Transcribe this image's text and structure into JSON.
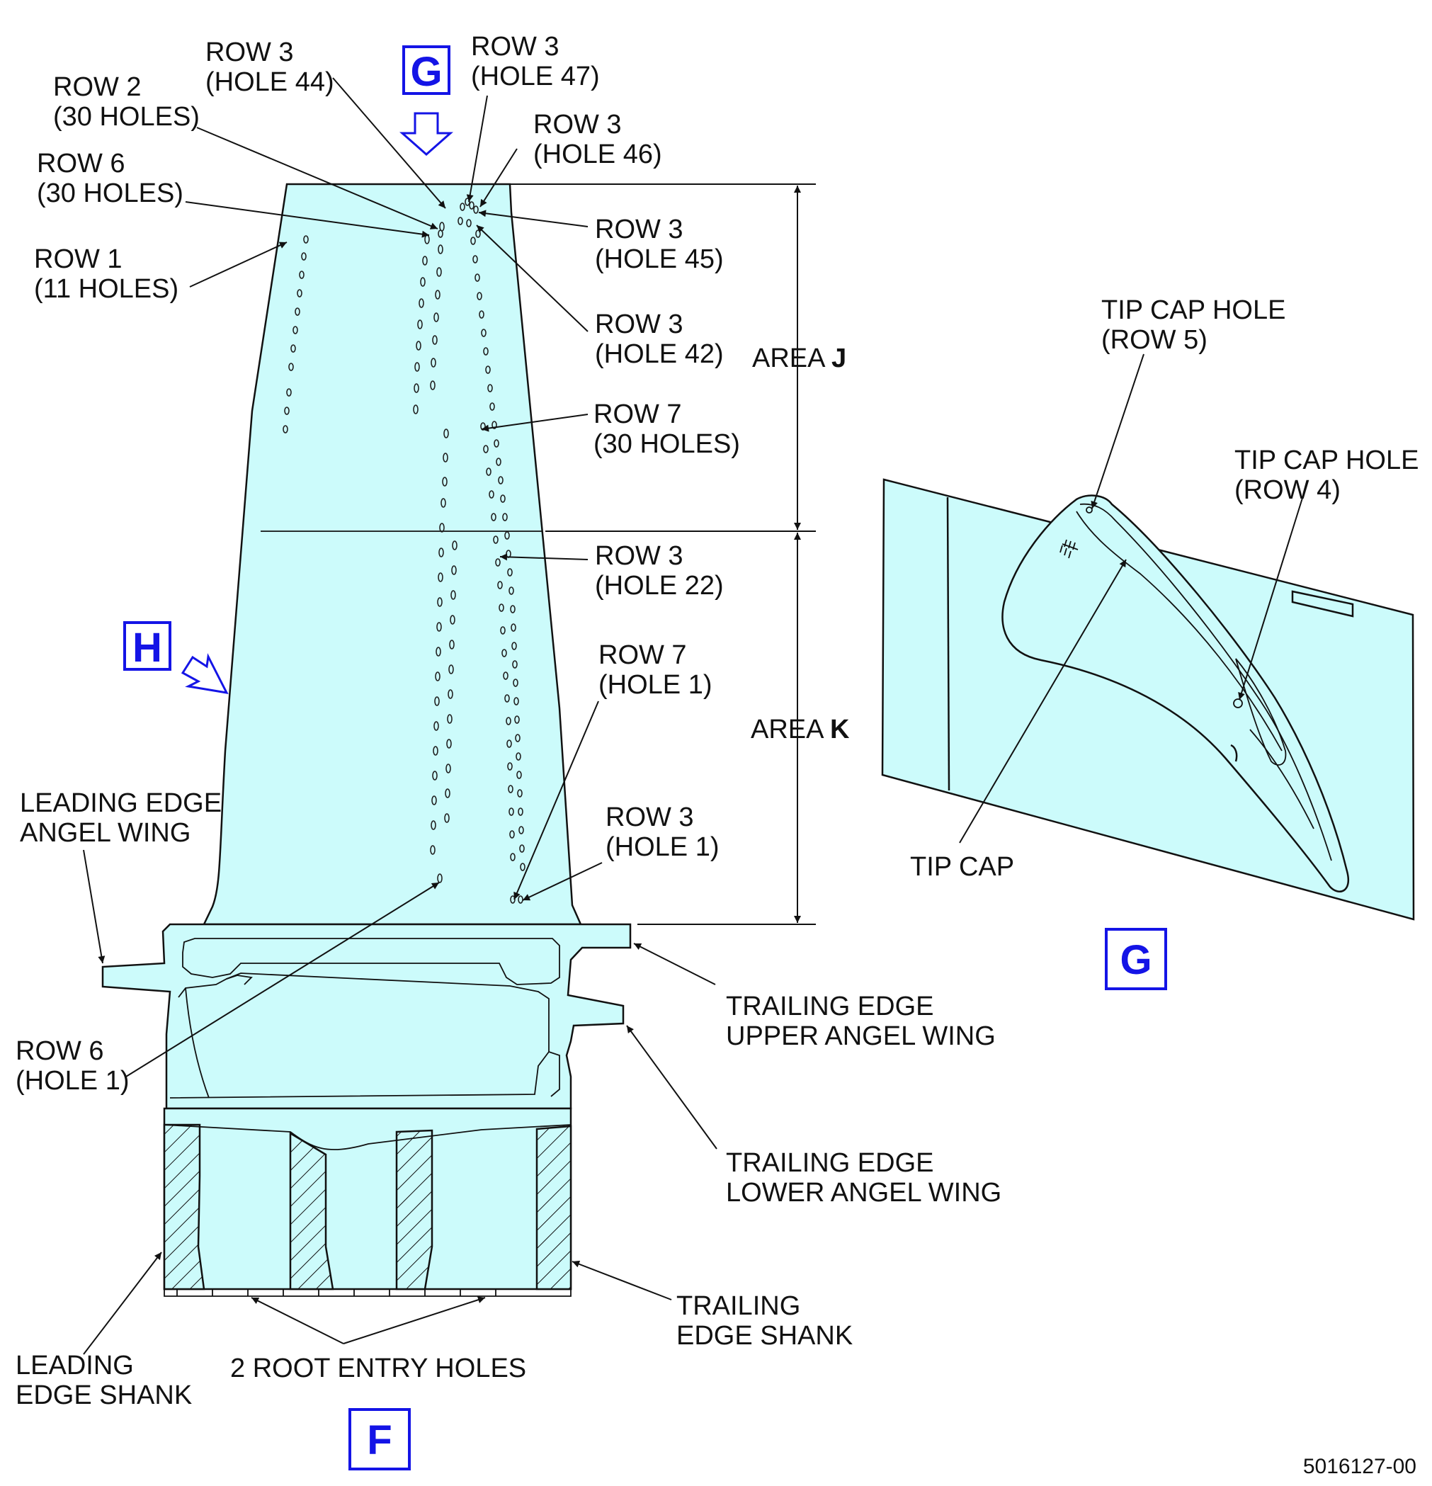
{
  "views": {
    "main_view": "F",
    "detail_view": "G",
    "view_arrow_g": "G",
    "view_arrow_h": "H"
  },
  "labels": {
    "row3_hole44": [
      "ROW 3",
      "(HOLE 44)"
    ],
    "row3_hole47": [
      "ROW 3",
      "(HOLE 47)"
    ],
    "row2_30holes": [
      "ROW 2",
      "(30 HOLES)"
    ],
    "row3_hole46": [
      "ROW 3",
      "(HOLE 46)"
    ],
    "row6_30holes": [
      "ROW 6",
      "(30 HOLES)"
    ],
    "row3_hole45": [
      "ROW 3",
      "(HOLE 45)"
    ],
    "row1_11holes": [
      "ROW 1",
      "(11 HOLES)"
    ],
    "row3_hole42": [
      "ROW 3",
      "(HOLE 42)"
    ],
    "row7_30holes": [
      "ROW 7",
      "(30 HOLES)"
    ],
    "row3_hole22": [
      "ROW 3",
      "(HOLE 22)"
    ],
    "row7_hole1": [
      "ROW 7",
      "(HOLE 1)"
    ],
    "row3_hole1": [
      "ROW 3",
      "(HOLE 1)"
    ],
    "row6_hole1": [
      "ROW 6",
      "(HOLE 1)"
    ],
    "le_angel_wing": [
      "LEADING EDGE",
      "ANGEL WING"
    ],
    "te_upper_angel_wing": [
      "TRAILING EDGE",
      "UPPER ANGEL WING"
    ],
    "te_lower_angel_wing": [
      "TRAILING EDGE",
      "LOWER ANGEL WING"
    ],
    "te_shank": [
      "TRAILING",
      "EDGE SHANK"
    ],
    "le_shank": [
      "LEADING",
      "EDGE SHANK"
    ],
    "root_entry_holes": "2 ROOT ENTRY HOLES",
    "tip_cap_hole_row5": [
      "TIP CAP HOLE",
      "(ROW 5)"
    ],
    "tip_cap_hole_row4": [
      "TIP CAP HOLE",
      "(ROW 4)"
    ],
    "tip_cap": "TIP CAP"
  },
  "areas": {
    "area_j": {
      "prefix": "AREA ",
      "letter": "J"
    },
    "area_k": {
      "prefix": "AREA ",
      "letter": "K"
    }
  },
  "figure_id": "5016127-00",
  "colors": {
    "blade_fill": "#ccfbfb",
    "view_letter": "#1414e6",
    "line": "#111111"
  }
}
